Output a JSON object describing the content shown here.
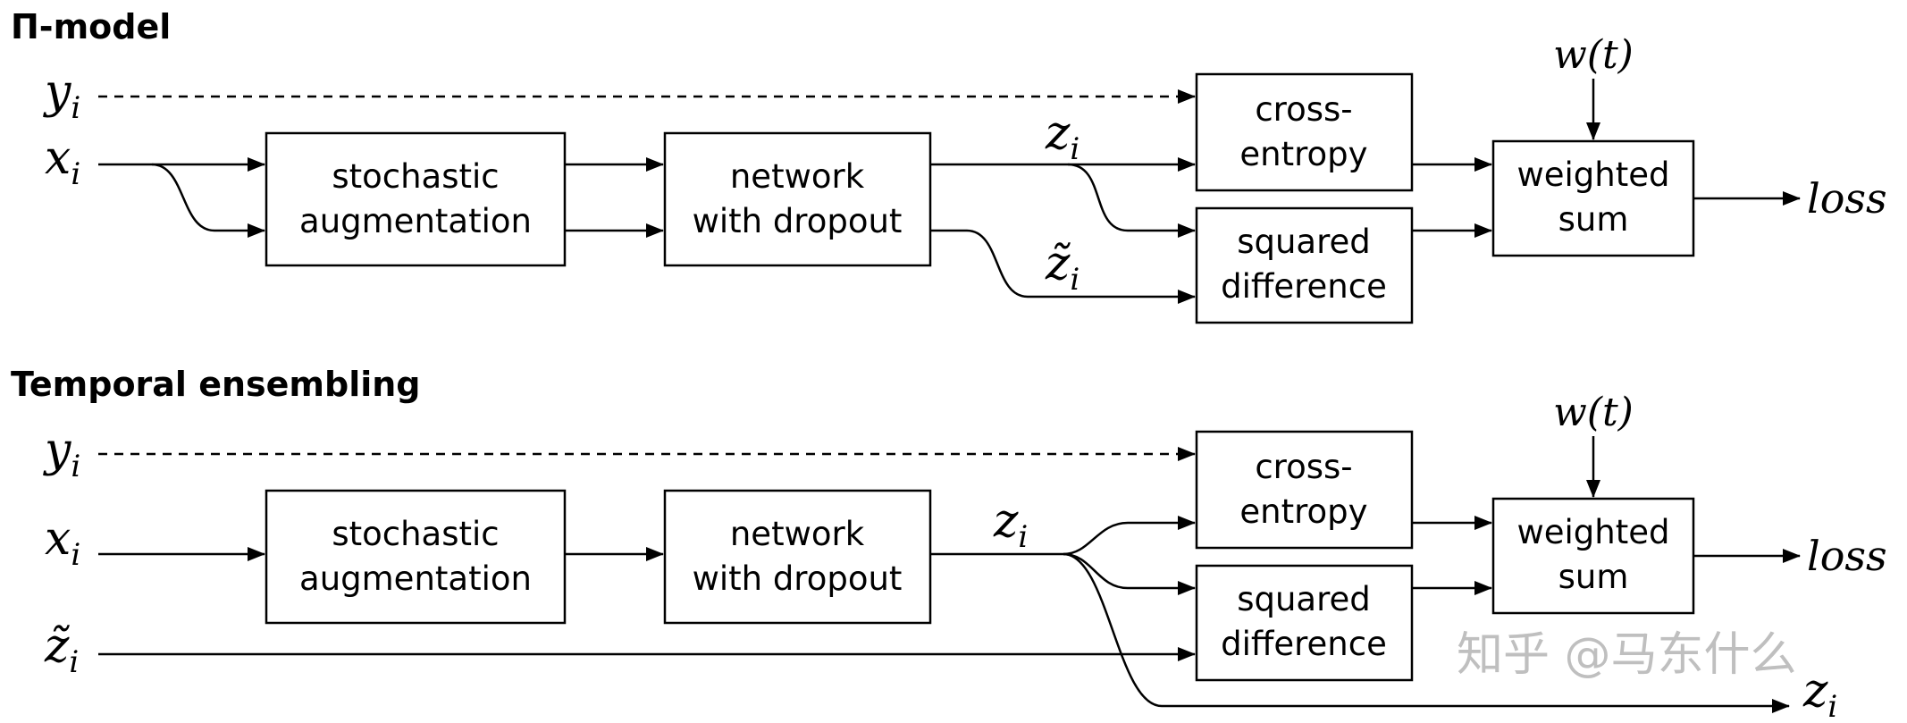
{
  "sections": {
    "pi_model": {
      "title": "Π-model",
      "inputs": {
        "y": "y",
        "y_sub": "i",
        "x": "x",
        "x_sub": "i"
      },
      "labels": {
        "z": "z",
        "z_sub": "i",
        "z_tilde": "z̃",
        "z_tilde_sub": "i",
        "w": "w(t)",
        "loss": "loss"
      },
      "boxes": {
        "augmentation": [
          "stochastic",
          "augmentation"
        ],
        "network": [
          "network",
          "with dropout"
        ],
        "cross_entropy": [
          "cross-",
          "entropy"
        ],
        "squared_difference": [
          "squared",
          "difference"
        ],
        "weighted_sum": [
          "weighted",
          "sum"
        ]
      }
    },
    "temporal": {
      "title": "Temporal ensembling",
      "inputs": {
        "y": "y",
        "y_sub": "i",
        "x": "x",
        "x_sub": "i",
        "z_tilde": "z̃",
        "z_tilde_sub": "i"
      },
      "labels": {
        "z": "z",
        "z_sub": "i",
        "w": "w(t)",
        "loss": "loss",
        "z_out": "z",
        "z_out_sub": "i"
      },
      "boxes": {
        "augmentation": [
          "stochastic",
          "augmentation"
        ],
        "network": [
          "network",
          "with dropout"
        ],
        "cross_entropy": [
          "cross-",
          "entropy"
        ],
        "squared_difference": [
          "squared",
          "difference"
        ],
        "weighted_sum": [
          "weighted",
          "sum"
        ]
      }
    }
  },
  "watermark": "知乎 @马东什么"
}
